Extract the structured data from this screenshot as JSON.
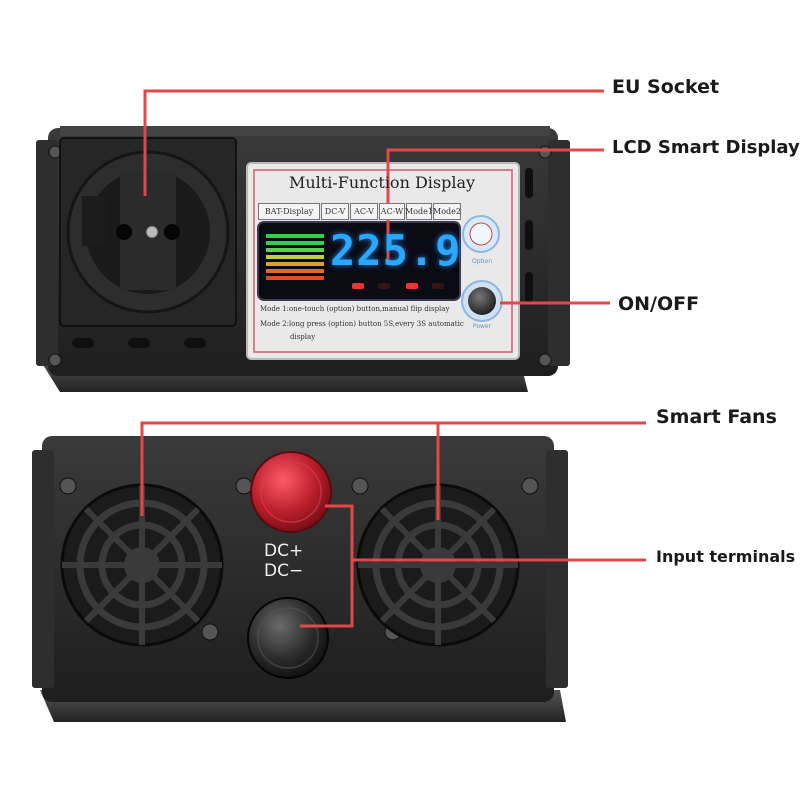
{
  "callouts": {
    "eu_socket": "EU Socket",
    "lcd_display": "LCD Smart Display",
    "on_off": "ON/OFF",
    "smart_fans": "Smart Fans",
    "input_terminals": "Input terminals"
  },
  "display_panel": {
    "title": "Multi-Function Display",
    "tabs": [
      "BAT-Display",
      "DC-V",
      "AC-V",
      "AC-W",
      "Mode1",
      "Mode2"
    ],
    "lcd_value": "225.9",
    "mode1_text": "Mode 1:one-touch (option) button,manual flip display",
    "mode2_text": "Mode 2:long press (option) button 5S,every 3S automatic",
    "mode2_text_cont": "display",
    "select_button_caption": "Option",
    "power_button_caption": "Power"
  },
  "terminals": {
    "positive": "DC+",
    "negative": "DC−"
  },
  "colors": {
    "callout_line": "#e34848",
    "lcd_digits": "#2aa8ff",
    "housing": "#2b2b2b",
    "positive_cap": "#b81d2a"
  }
}
